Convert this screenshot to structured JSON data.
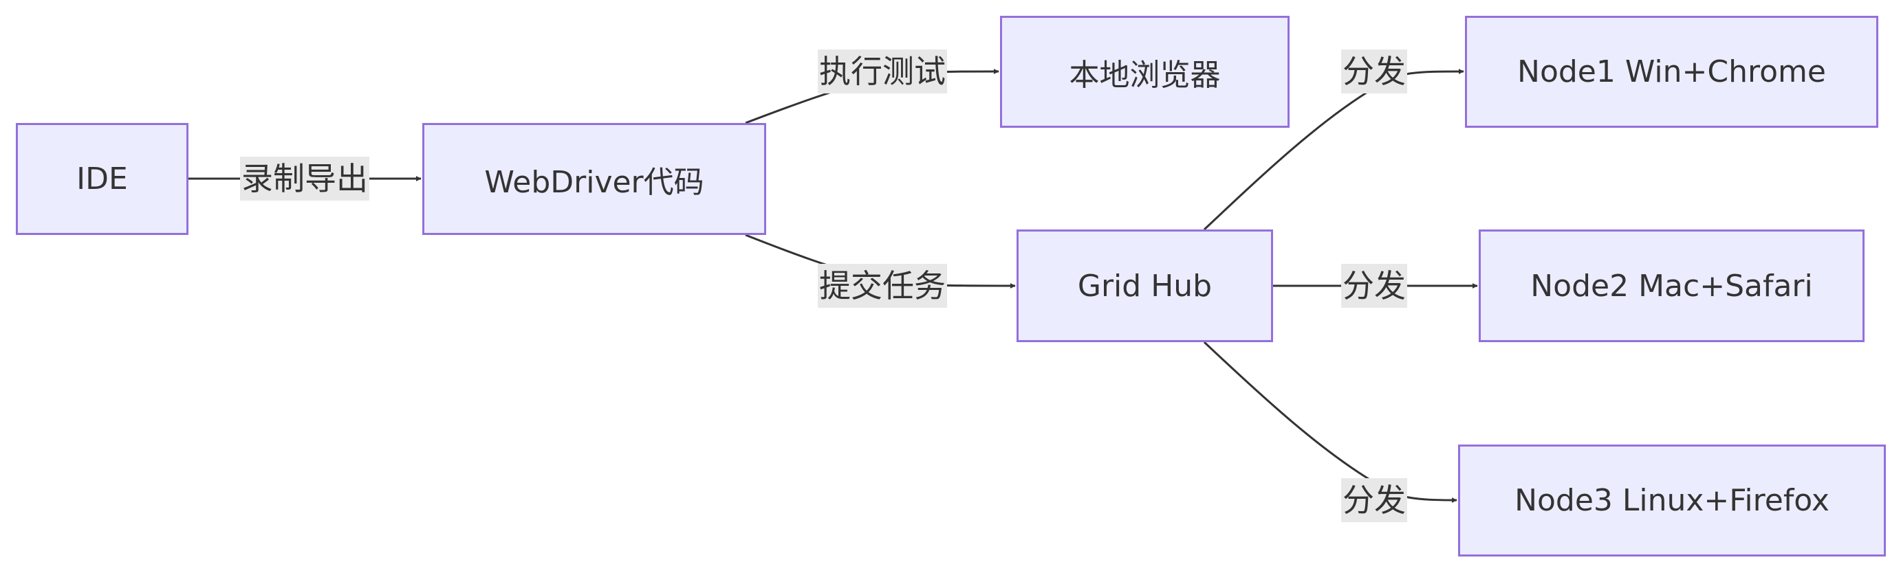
{
  "diagram": {
    "type": "flowchart",
    "colors": {
      "node_fill": "#ECECFF",
      "node_border": "#9370DB",
      "edge": "#333333",
      "label_bg": "#e8e8e8",
      "text": "#333333"
    },
    "nodes": {
      "ide": "IDE",
      "webdriver": "WebDriver代码",
      "local_browser": "本地浏览器",
      "grid_hub": "Grid Hub",
      "node1": "Node1 Win+Chrome",
      "node2": "Node2 Mac+Safari",
      "node3": "Node3 Linux+Firefox"
    },
    "edges": [
      {
        "from": "ide",
        "to": "webdriver",
        "label": "录制导出"
      },
      {
        "from": "webdriver",
        "to": "local_browser",
        "label": "执行测试"
      },
      {
        "from": "webdriver",
        "to": "grid_hub",
        "label": "提交任务"
      },
      {
        "from": "grid_hub",
        "to": "node1",
        "label": "分发"
      },
      {
        "from": "grid_hub",
        "to": "node2",
        "label": "分发"
      },
      {
        "from": "grid_hub",
        "to": "node3",
        "label": "分发"
      }
    ]
  }
}
